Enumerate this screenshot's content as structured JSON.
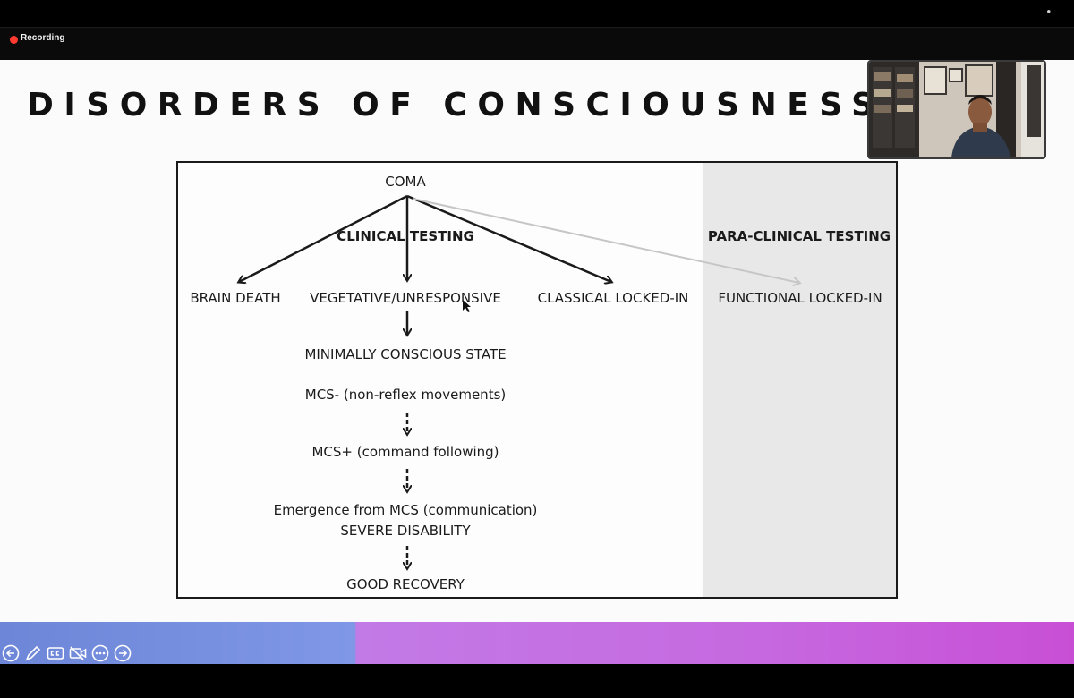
{
  "window": {
    "menu_glyph": "•"
  },
  "recording": {
    "label": "Recording",
    "color": "#ff3b30"
  },
  "slide": {
    "title": "DISORDERS OF CONSCIOUSNESS",
    "diagram": {
      "root": "COMA",
      "clinical_label": "CLINICAL TESTING",
      "paraclinical_label": "PARA-CLINICAL TESTING",
      "branches": [
        "BRAIN DEATH",
        "VEGETATIVE/UNRESPONSIVE",
        "CLASSICAL LOCKED-IN",
        "FUNCTIONAL LOCKED-IN"
      ],
      "progression": [
        "MINIMALLY CONSCIOUS STATE",
        "MCS- (non-reflex movements)",
        "MCS+ (command following)",
        "Emergence from MCS (communication)",
        "SEVERE DISABILITY",
        "GOOD RECOVERY"
      ]
    }
  },
  "webcam": {
    "description_icon": "presenter-video"
  },
  "controls": [
    {
      "name": "previous-slide-button",
      "icon": "arrow-left-icon"
    },
    {
      "name": "pen-button",
      "icon": "pen-icon"
    },
    {
      "name": "captions-button",
      "icon": "cc-icon"
    },
    {
      "name": "camera-toggle-button",
      "icon": "video-off-icon"
    },
    {
      "name": "more-options-button",
      "icon": "more-icon"
    },
    {
      "name": "next-slide-button",
      "icon": "arrow-right-icon"
    }
  ],
  "colors": {
    "gradient_left": "#7f97e6",
    "gradient_right": "#c84fd5",
    "paraclinical_bg": "#e9e8e9"
  }
}
